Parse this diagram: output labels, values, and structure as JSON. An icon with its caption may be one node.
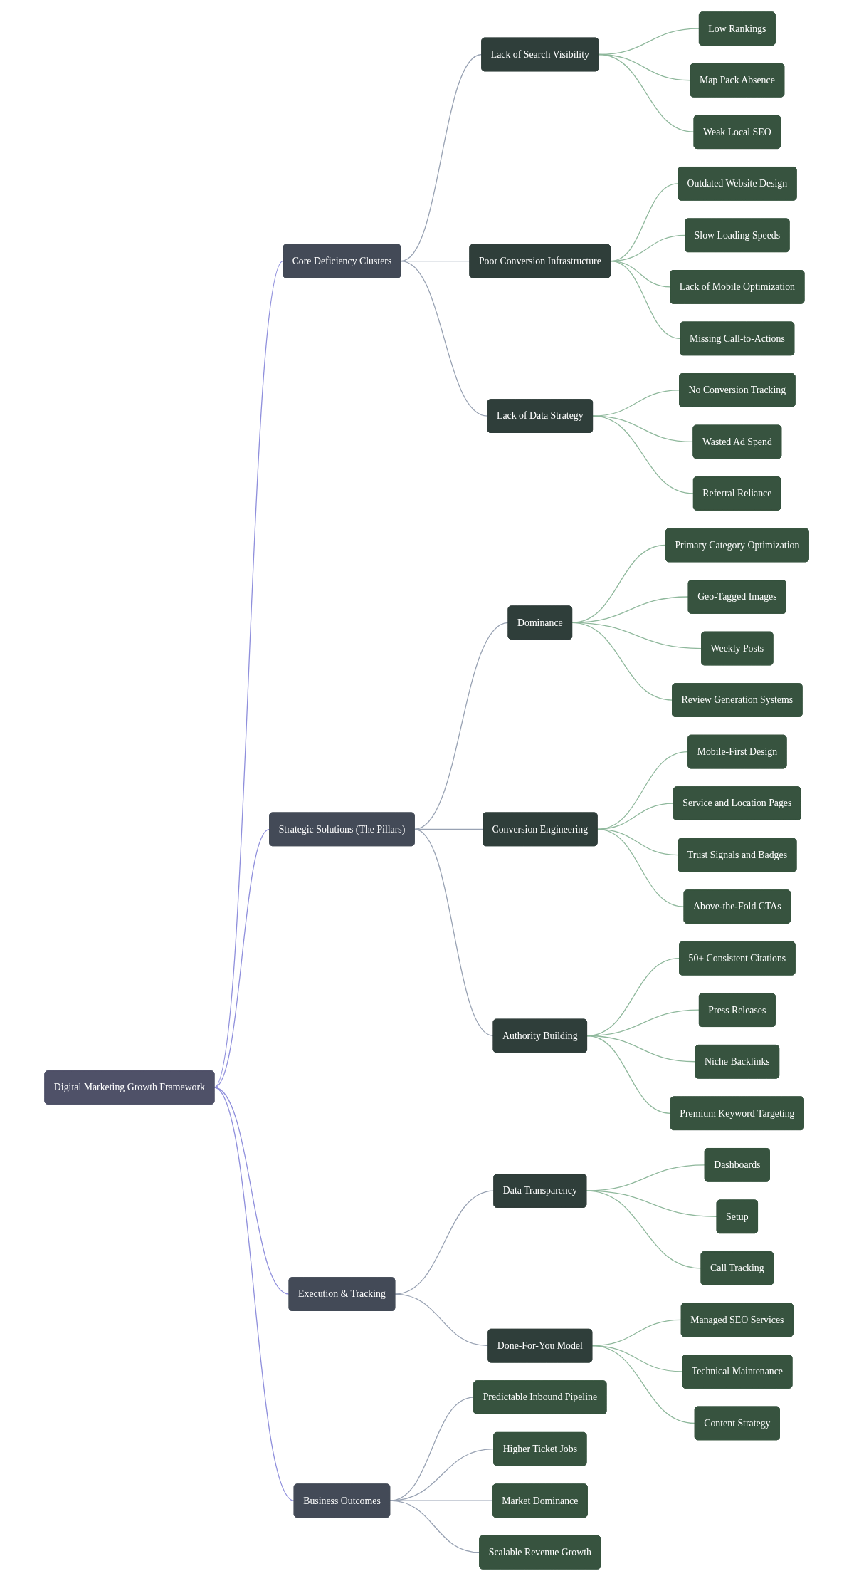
{
  "diagram": {
    "nodes": [
      {
        "text": [
          "Digital Marketing Growth Framework"
        ]
      },
      {
        "text": [
          "Core Deficiency Clusters"
        ]
      },
      {
        "text": [
          "Lack of Search Visibility"
        ]
      },
      {
        "text": [
          "Low Rankings"
        ]
      },
      {
        "text": [
          "Map Pack Absence"
        ]
      },
      {
        "text": [
          "Weak Local SEO"
        ]
      },
      {
        "text": [
          "Poor Conversion Infrastructure"
        ]
      },
      {
        "text": [
          "Outdated Website Design"
        ]
      },
      {
        "text": [
          "Slow Loading Speeds"
        ]
      },
      {
        "text": [
          "Lack of Mobile Optimization"
        ]
      },
      {
        "text": [
          "Missing Call-to-Actions"
        ]
      },
      {
        "text": [
          "Lack of Data Strategy"
        ]
      },
      {
        "text": [
          "No Conversion Tracking"
        ]
      },
      {
        "text": [
          "Wasted Ad Spend"
        ]
      },
      {
        "text": [
          "Referral Reliance"
        ]
      },
      {
        "text": [
          "Strategic Solutions (The Pillars)"
        ]
      },
      {
        "text": [
          "Dominance"
        ]
      },
      {
        "text": [
          "Primary Category Optimization"
        ]
      },
      {
        "text": [
          "Geo-Tagged Images"
        ]
      },
      {
        "text": [
          "Weekly Posts"
        ]
      },
      {
        "text": [
          "Review Generation Systems"
        ]
      },
      {
        "text": [
          "Conversion Engineering"
        ]
      },
      {
        "text": [
          "Mobile-First Design"
        ]
      },
      {
        "text": [
          "Service and Location Pages"
        ]
      },
      {
        "text": [
          "Trust Signals and Badges"
        ]
      },
      {
        "text": [
          "Above-the-Fold CTAs"
        ]
      },
      {
        "text": [
          "Authority Building"
        ]
      },
      {
        "text": [
          "50+ Consistent Citations"
        ]
      },
      {
        "text": [
          "Press Releases"
        ]
      },
      {
        "text": [
          "Niche Backlinks"
        ]
      },
      {
        "text": [
          "Premium Keyword Targeting"
        ]
      },
      {
        "text": [
          "Execution & Tracking"
        ]
      },
      {
        "text": [
          "Data Transparency"
        ]
      },
      {
        "text": [
          "Dashboards"
        ]
      },
      {
        "text": [
          "Setup"
        ]
      },
      {
        "text": [
          "Call Tracking"
        ]
      },
      {
        "text": [
          "Done-For-You Model"
        ]
      },
      {
        "text": [
          "Managed SEO Services"
        ]
      },
      {
        "text": [
          "Technical Maintenance"
        ]
      },
      {
        "text": [
          "Content Strategy"
        ]
      },
      {
        "text": [
          "Business Outcomes"
        ]
      },
      {
        "text": [
          "Predictable Inbound Pipeline"
        ]
      },
      {
        "text": [
          "Higher Ticket Jobs"
        ]
      },
      {
        "text": [
          "Market Dominance"
        ]
      },
      {
        "text": [
          "Scalable Revenue Growth"
        ]
      }
    ],
    "edges": [
      {
        "from": 0,
        "to": 1,
        "arrow": "none",
        "color": "#8f8fdc"
      },
      {
        "from": 1,
        "to": 2,
        "arrow": "none",
        "color": "#98a2b3"
      },
      {
        "from": 2,
        "to": 3,
        "arrow": "none"
      },
      {
        "from": 2,
        "to": 4,
        "arrow": "none"
      },
      {
        "from": 2,
        "to": 5,
        "arrow": "none"
      },
      {
        "from": 1,
        "to": 6,
        "arrow": "none",
        "color": "#98a2b3"
      },
      {
        "from": 6,
        "to": 7,
        "arrow": "none"
      },
      {
        "from": 6,
        "to": 8,
        "arrow": "none"
      },
      {
        "from": 6,
        "to": 9,
        "arrow": "none"
      },
      {
        "from": 6,
        "to": 10,
        "arrow": "none"
      },
      {
        "from": 1,
        "to": 11,
        "arrow": "none",
        "color": "#98a2b3"
      },
      {
        "from": 11,
        "to": 12,
        "arrow": "none"
      },
      {
        "from": 11,
        "to": 13,
        "arrow": "none"
      },
      {
        "from": 11,
        "to": 14,
        "arrow": "none"
      },
      {
        "from": 0,
        "to": 15,
        "arrow": "none",
        "color": "#8f8fdc"
      },
      {
        "from": 15,
        "to": 16,
        "arrow": "none",
        "color": "#98a2b3"
      },
      {
        "from": 16,
        "to": 17,
        "arrow": "none"
      },
      {
        "from": 16,
        "to": 18,
        "arrow": "none"
      },
      {
        "from": 16,
        "to": 19,
        "arrow": "none"
      },
      {
        "from": 16,
        "to": 20,
        "arrow": "none"
      },
      {
        "from": 15,
        "to": 21,
        "arrow": "none",
        "color": "#98a2b3"
      },
      {
        "from": 21,
        "to": 22,
        "arrow": "none"
      },
      {
        "from": 21,
        "to": 23,
        "arrow": "none"
      },
      {
        "from": 21,
        "to": 24,
        "arrow": "none"
      },
      {
        "from": 21,
        "to": 25,
        "arrow": "none"
      },
      {
        "from": 15,
        "to": 26,
        "arrow": "none",
        "color": "#98a2b3"
      },
      {
        "from": 26,
        "to": 27,
        "arrow": "none"
      },
      {
        "from": 26,
        "to": 28,
        "arrow": "none"
      },
      {
        "from": 26,
        "to": 29,
        "arrow": "none"
      },
      {
        "from": 26,
        "to": 30,
        "arrow": "none"
      },
      {
        "from": 0,
        "to": 31,
        "arrow": "none",
        "color": "#8f8fdc"
      },
      {
        "from": 31,
        "to": 32,
        "arrow": "none",
        "color": "#98a2b3"
      },
      {
        "from": 32,
        "to": 33,
        "arrow": "none"
      },
      {
        "from": 32,
        "to": 34,
        "arrow": "none"
      },
      {
        "from": 32,
        "to": 35,
        "arrow": "none"
      },
      {
        "from": 31,
        "to": 36,
        "arrow": "none",
        "color": "#98a2b3"
      },
      {
        "from": 36,
        "to": 37,
        "arrow": "none"
      },
      {
        "from": 36,
        "to": 38,
        "arrow": "none"
      },
      {
        "from": 36,
        "to": 39,
        "arrow": "none"
      },
      {
        "from": 0,
        "to": 40,
        "arrow": "none",
        "color": "#8f8fdc"
      },
      {
        "from": 40,
        "to": 41,
        "arrow": "none",
        "color": "#98a2b3"
      },
      {
        "from": 40,
        "to": 42,
        "arrow": "none",
        "color": "#98a2b3"
      },
      {
        "from": 40,
        "to": 43,
        "arrow": "none",
        "color": "#98a2b3"
      },
      {
        "from": 40,
        "to": 44,
        "arrow": "none",
        "color": "#98a2b3"
      }
    ]
  }
}
